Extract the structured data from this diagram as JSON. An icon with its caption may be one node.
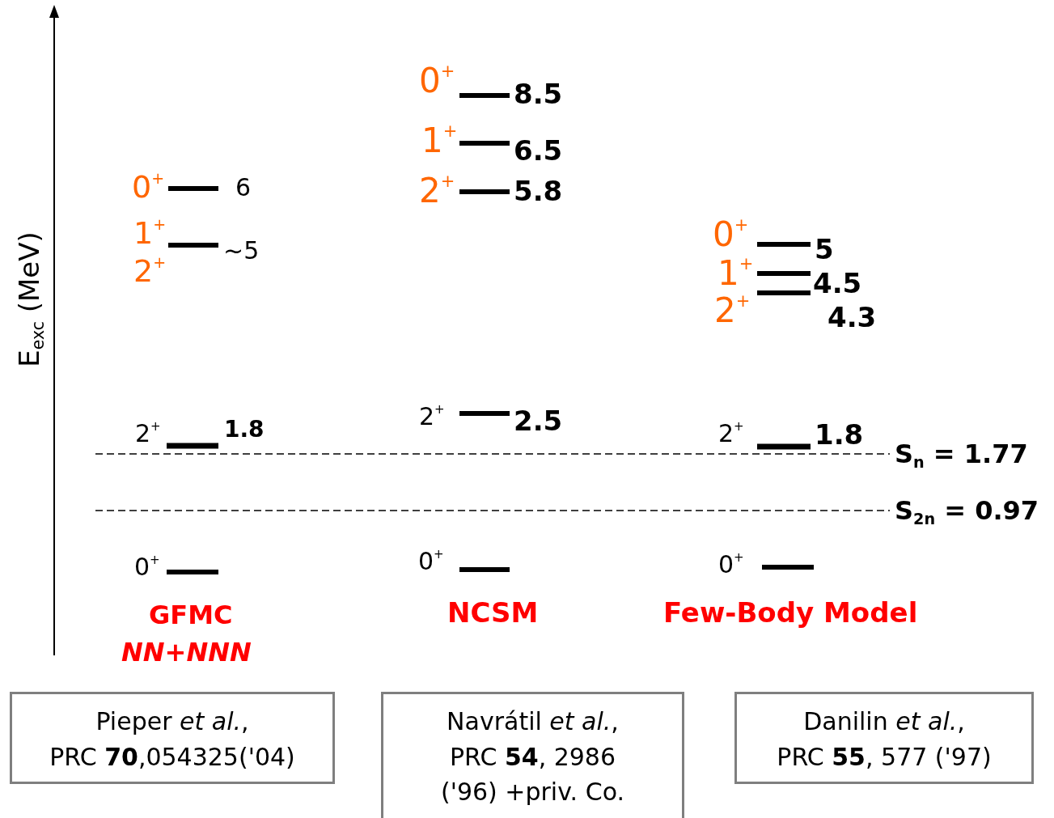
{
  "diagram": {
    "nodes": [
      {
        "text": [
          "Pieper *et al.*, PRC **70**,054325('04)"
        ]
      },
      {
        "text": [
          "Navrátil *et al.*, PRC **54**, 2986 ('96) +priv. Co."
        ]
      },
      {
        "text": [
          "Danilin *et al.*, PRC **55**, 577 ('97)"
        ]
      }
    ],
    "labels": [
      "E$_{exc}$ (MeV)",
      "0$^{+}$",
      "6",
      "1$^{+}$",
      "~5",
      "2$^{+}$",
      "2$^{+}$",
      "1.8",
      "0$^{+}$",
      "GFMC",
      "NN+NNN",
      "0$^{+}$",
      "8.5",
      "1$^{+}$",
      "6.5",
      "2$^{+}$",
      "5.8",
      "2$^{+}$",
      "2.5",
      "0$^{+}$",
      "NCSM",
      "0$^{+}$",
      "5",
      "1$^{+}$",
      "4.5",
      "2$^{+}$",
      "4.3",
      "2$^{+}$",
      "1.8",
      "0$^{+}$",
      "Few-Body Model",
      "S$_{n}$ = 1.77",
      "S$_{2n}$ = 0.97"
    ]
  }
}
